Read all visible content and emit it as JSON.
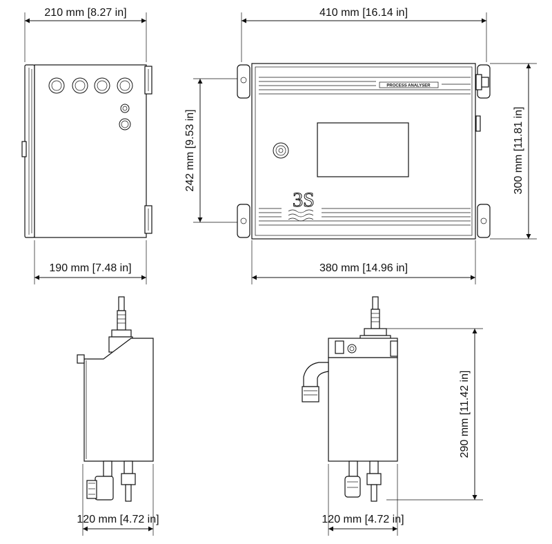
{
  "dimensions": {
    "front_width_total": "410 mm [16.14 in]",
    "front_width_body": "380 mm [14.96 in]",
    "front_height_total": "300 mm [11.81 in]",
    "front_height_mount": "242 mm [9.53 in]",
    "side_depth_total": "210 mm [8.27 in]",
    "side_depth_body": "190 mm [7.48 in]",
    "bottom_left_width": "120 mm [4.72 in]",
    "bottom_right_width": "120 mm [4.72 in]",
    "bottom_right_height": "290 mm [11.42 in]"
  },
  "front_panel": {
    "nameplate": "PROCESS ANALYSER",
    "logo": "3S"
  }
}
